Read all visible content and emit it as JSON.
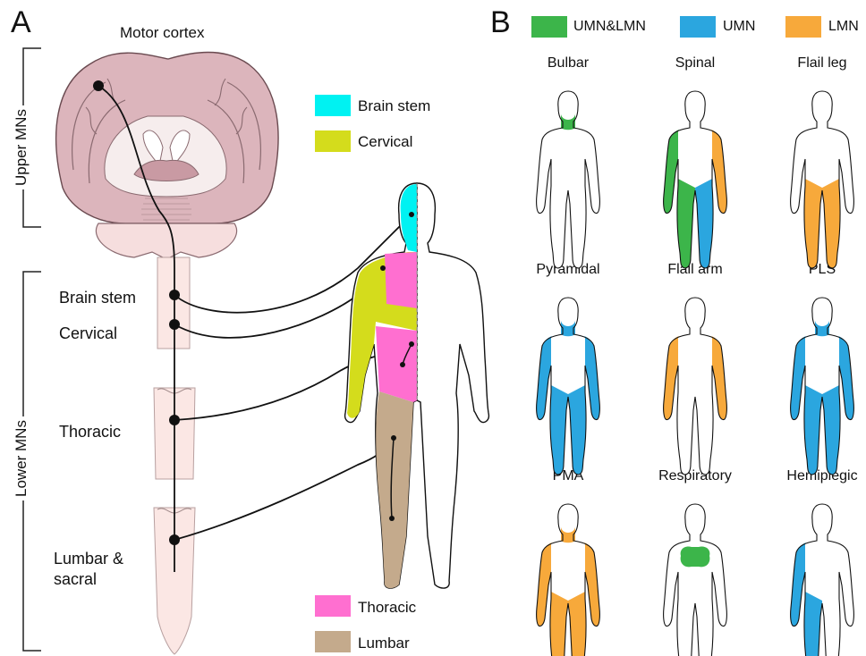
{
  "panel_a": {
    "letter": "A",
    "title": "Motor cortex",
    "upper_label": "Upper MNs",
    "lower_label": "Lower MNs",
    "cord_segments": [
      "Brain stem",
      "Cervical",
      "Thoracic",
      "Lumbar &\nsacral"
    ],
    "legend": [
      {
        "label": "Brain stem",
        "color": "#00f2f2"
      },
      {
        "label": "Cervical",
        "color": "#d4dc1c"
      },
      {
        "label": "Thoracic",
        "color": "#ff6fd0"
      },
      {
        "label": "Lumbar",
        "color": "#c4aa8c"
      }
    ]
  },
  "panel_b": {
    "letter": "B",
    "legend": [
      {
        "label": "UMN&LMN",
        "color": "#3cb54a"
      },
      {
        "label": "UMN",
        "color": "#2ba6df"
      },
      {
        "label": "LMN",
        "color": "#f7a93b"
      }
    ],
    "phenotypes": [
      {
        "name": "Bulbar",
        "pattern": "bulbar"
      },
      {
        "name": "Spinal",
        "pattern": "spinal"
      },
      {
        "name": "Flail leg",
        "pattern": "flail-leg"
      },
      {
        "name": "Pyramidal",
        "pattern": "pyramidal"
      },
      {
        "name": "Flail arm",
        "pattern": "flail-arm"
      },
      {
        "name": "PLS",
        "pattern": "pls"
      },
      {
        "name": "PMA",
        "pattern": "pma"
      },
      {
        "name": "Respiratory",
        "pattern": "respiratory"
      },
      {
        "name": "Hemiplegic",
        "pattern": "hemiplegic"
      }
    ]
  }
}
